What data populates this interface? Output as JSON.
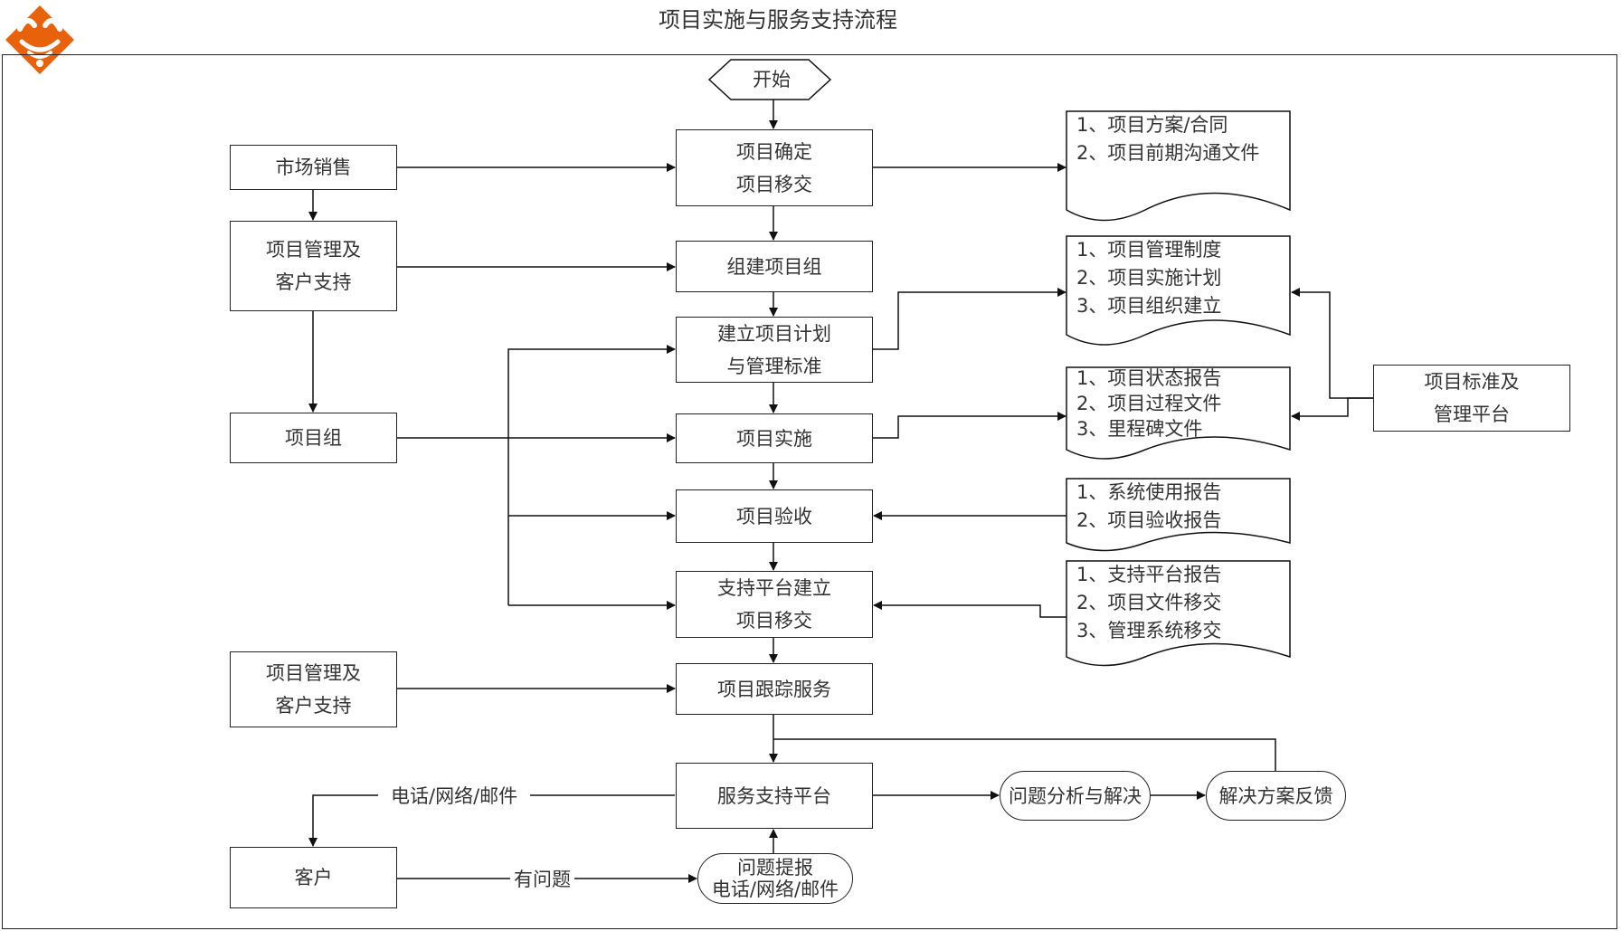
{
  "title": "项目实施与服务支持流程",
  "logo": {
    "icon": "brand-logo-icon",
    "color": "#E8620C"
  },
  "flow": {
    "start": "开始",
    "confirm": [
      "项目确定",
      "项目移交"
    ],
    "team": "组建项目组",
    "plan": [
      "建立项目计划",
      "与管理标准"
    ],
    "implement": "项目实施",
    "accept": "项目验收",
    "support_build": [
      "支持平台建立",
      "项目移交"
    ],
    "tracking": "项目跟踪服务",
    "service_platform": "服务支持平台"
  },
  "left": {
    "sales": "市场销售",
    "pm1": [
      "项目管理及",
      "客户支持"
    ],
    "project_group": "项目组",
    "pm2": [
      "项目管理及",
      "客户支持"
    ],
    "customer": "客户"
  },
  "docs": {
    "doc1": [
      "1、项目方案/合同",
      "2、项目前期沟通文件"
    ],
    "doc2": [
      "1、项目管理制度",
      "2、项目实施计划",
      "3、项目组织建立"
    ],
    "doc3": [
      "1、项目状态报告",
      "2、项目过程文件",
      "3、里程碑文件"
    ],
    "doc4": [
      "1、系统使用报告",
      "2、项目验收报告"
    ],
    "doc5": [
      "1、支持平台报告",
      "2、项目文件移交",
      "3、管理系统移交"
    ]
  },
  "right": {
    "standard_platform": [
      "项目标准及",
      "管理平台"
    ]
  },
  "bottom": {
    "analysis": "问题分析与解决",
    "feedback": "解决方案反馈",
    "report": [
      "问题提报",
      "电话/网络/邮件"
    ],
    "contact_label": "电话/网络/邮件",
    "problem_label": "有问题"
  }
}
